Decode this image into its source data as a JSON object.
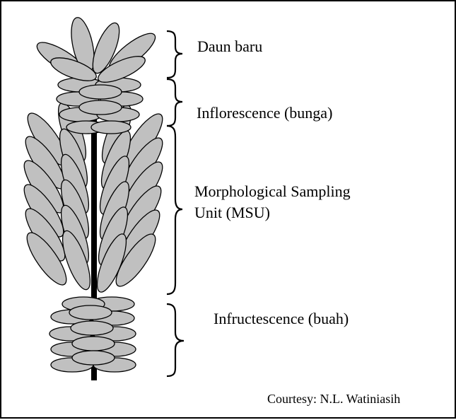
{
  "labels": {
    "daun_baru": "Daun baru",
    "inflorescence": "Inflorescence (bunga)",
    "msu_line1": "Morphological Sampling",
    "msu_line2": "Unit (MSU)",
    "infructescence": "Infructescence (buah)"
  },
  "credit": "Courtesy: N.L. Watiniasih",
  "colors": {
    "leaf_fill": "#c0c0c0",
    "outline": "#000000",
    "background": "#ffffff"
  }
}
